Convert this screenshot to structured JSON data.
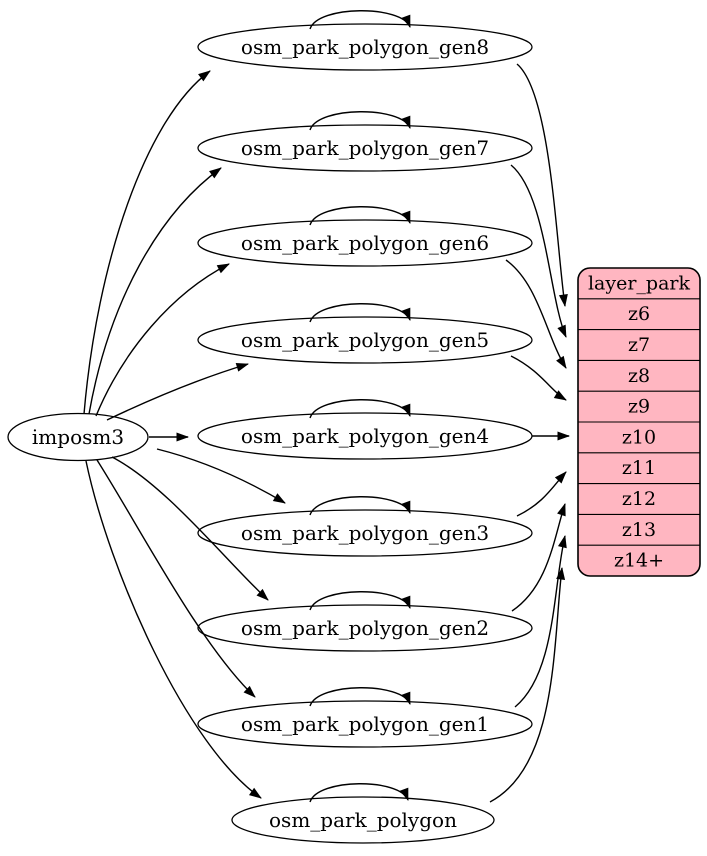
{
  "diagram": {
    "type": "graphviz-dependency-graph",
    "direction": "left-to-right",
    "source": {
      "label": "imposm3"
    },
    "generalized_tables": [
      {
        "label": "osm_park_polygon_gen8",
        "zoom_row": "z6",
        "self_loop": true
      },
      {
        "label": "osm_park_polygon_gen7",
        "zoom_row": "z7",
        "self_loop": true
      },
      {
        "label": "osm_park_polygon_gen6",
        "zoom_row": "z8",
        "self_loop": true
      },
      {
        "label": "osm_park_polygon_gen5",
        "zoom_row": "z9",
        "self_loop": true
      },
      {
        "label": "osm_park_polygon_gen4",
        "zoom_row": "z10",
        "self_loop": true
      },
      {
        "label": "osm_park_polygon_gen3",
        "zoom_row": "z11",
        "self_loop": true
      },
      {
        "label": "osm_park_polygon_gen2",
        "zoom_row": "z12",
        "self_loop": true
      },
      {
        "label": "osm_park_polygon_gen1",
        "zoom_row": "z13",
        "self_loop": true
      },
      {
        "label": "osm_park_polygon",
        "zoom_row": "z14+",
        "self_loop": true
      }
    ],
    "layer_table": {
      "title": "layer_park",
      "rows": [
        "z6",
        "z7",
        "z8",
        "z9",
        "z10",
        "z11",
        "z12",
        "z13",
        "z14+"
      ]
    },
    "colors": {
      "layer_fill": "#ffb6c1",
      "node_fill": "#ffffff",
      "stroke": "#000000",
      "background": "#ffffff"
    }
  }
}
